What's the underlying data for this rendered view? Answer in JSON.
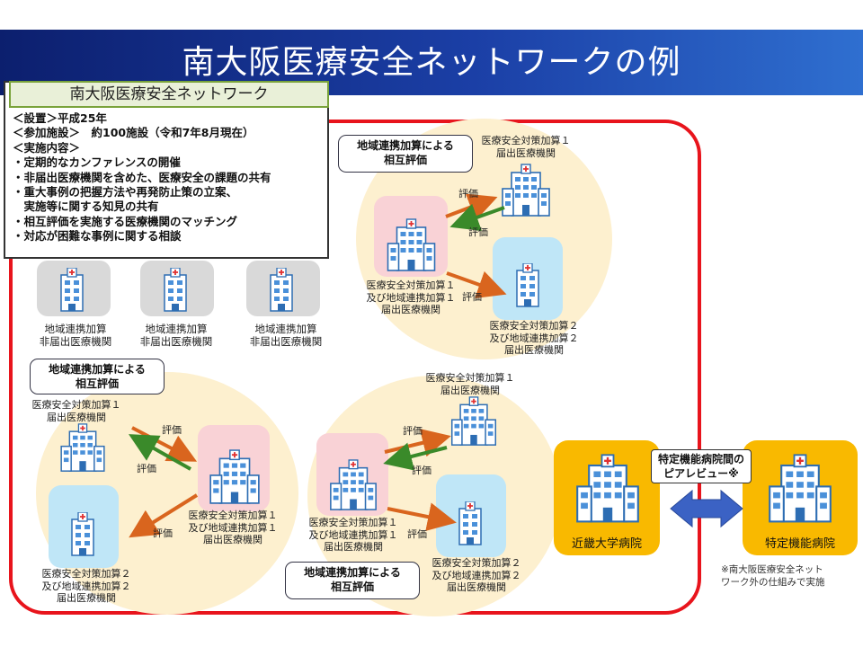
{
  "title": "南大阪医療安全ネットワークの例",
  "network": {
    "header": "南大阪医療安全ネットワーク",
    "lines": [
      "＜設置＞平成25年",
      "＜参加施設＞　約100施設（令和7年8月現在）",
      "＜実施内容＞",
      "・定期的なカンファレンスの開催",
      "・非届出医療機関を含めた、医療安全の課題の共有",
      "・重大事例の把握方法や再発防止策の立案、",
      "　実施等に関する知見の共有",
      "・相互評価を実施する医療機関のマッチング",
      "・対応が困難な事例に関する相談"
    ]
  },
  "non_reporting": [
    {
      "line1": "地域連携加算",
      "line2": "非届出医療機関"
    },
    {
      "line1": "地域連携加算",
      "line2": "非届出医療機関"
    },
    {
      "line1": "地域連携加算",
      "line2": "非届出医療機関"
    }
  ],
  "eval_box": {
    "line1": "地域連携加算による",
    "line2": "相互評価"
  },
  "eval_word": "評価",
  "facility": {
    "a1": {
      "line1": "医療安全対策加算１",
      "line2": "届出医療機関"
    },
    "a1r": {
      "line1": "医療安全対策加算１",
      "line2": "及び地域連携加算１",
      "line3": "届出医療機関"
    },
    "a2r": {
      "line1": "医療安全対策加算２",
      "line2": "及び地域連携加算２",
      "line3": "届出医療機関"
    }
  },
  "kindai": "近畿大学病院",
  "tokutei": "特定機能病院",
  "peer_review": {
    "line1": "特定機能病院間の",
    "line2": "ピアレビュー※"
  },
  "note": {
    "line1": "※南大阪医療安全ネット",
    "line2": "ワーク外の仕組みで実施"
  },
  "colors": {
    "title_bar": "#1b3fa6",
    "frame": "#e8141c",
    "circle": "#fdf0cf",
    "pink": "#f9d2d6",
    "blue": "#bfe6f7",
    "gold": "#f9b900",
    "arrow_green": "#3a8a2a",
    "arrow_orange": "#d9651e",
    "peer_arrow": "#3b62c4"
  }
}
